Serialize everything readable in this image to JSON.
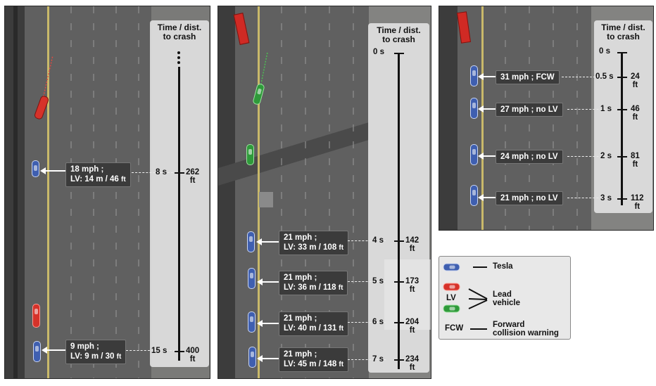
{
  "scale_title": "Time / dist.\nto crash",
  "legend": {
    "tesla": "Tesla",
    "lv": "LV",
    "lead_vehicle": "Lead\nvehicle",
    "fcw": "FCW",
    "fcw_desc": "Forward\ncollision warning"
  },
  "panel1": {
    "markers": [
      {
        "time": "8 s",
        "dist": "262\nft"
      },
      {
        "time": "15 s",
        "dist": "400\nft"
      }
    ],
    "callouts": [
      {
        "line1": "18 mph ;",
        "line2_main": "LV: 14 m / 46",
        "line2_unit": "ft"
      },
      {
        "line1": "9 mph ;",
        "line2_main": "LV: 9 m / 30",
        "line2_unit": "ft"
      }
    ]
  },
  "panel2": {
    "top_time": "0 s",
    "markers": [
      {
        "time": "4 s",
        "dist": "142\nft"
      },
      {
        "time": "5 s",
        "dist": "173\nft"
      },
      {
        "time": "6 s",
        "dist": "204\nft"
      },
      {
        "time": "7 s",
        "dist": "234\nft"
      }
    ],
    "callouts": [
      {
        "line1": "21 mph ;",
        "line2_main": "LV: 33 m / 108",
        "line2_unit": "ft"
      },
      {
        "line1": "21 mph ;",
        "line2_main": "LV: 36 m / 118",
        "line2_unit": "ft"
      },
      {
        "line1": "21 mph ;",
        "line2_main": "LV: 40 m / 131",
        "line2_unit": "ft"
      },
      {
        "line1": "21 mph ;",
        "line2_main": "LV: 45 m / 148",
        "line2_unit": "ft"
      }
    ]
  },
  "panel3": {
    "top_time": "0 s",
    "markers": [
      {
        "time": "0.5 s",
        "dist": "24\nft"
      },
      {
        "time": "1 s",
        "dist": "46\nft"
      },
      {
        "time": "2 s",
        "dist": "81\nft"
      },
      {
        "time": "3 s",
        "dist": "112\nft"
      }
    ],
    "callouts": [
      {
        "text": "31 mph ; FCW"
      },
      {
        "text": "27 mph ; no LV"
      },
      {
        "text": "24 mph ; no LV"
      },
      {
        "text": "21 mph ; no LV"
      }
    ]
  },
  "colors": {
    "road": "#5e5e5e",
    "tesla": "#3f5fb0",
    "lead_red": "#d6322a",
    "lead_green": "#2f9a3a",
    "callout": "#3b3b3b"
  }
}
